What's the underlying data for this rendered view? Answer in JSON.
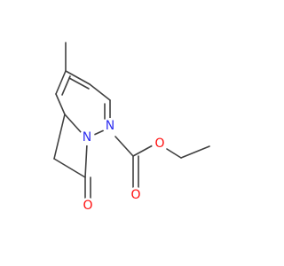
{
  "molecule": {
    "atoms": {
      "n1": {
        "symbol": "N",
        "color": "#3030f0"
      },
      "n2": {
        "symbol": "N",
        "color": "#3030f0"
      },
      "o_ketone": {
        "symbol": "O",
        "color": "#ff0d0d"
      },
      "o_carbonyl": {
        "symbol": "O",
        "color": "#ff0d0d"
      },
      "o_ester": {
        "symbol": "O",
        "color": "#ff0d0d"
      }
    },
    "bond_color": "#404040",
    "background": "#ffffff"
  }
}
